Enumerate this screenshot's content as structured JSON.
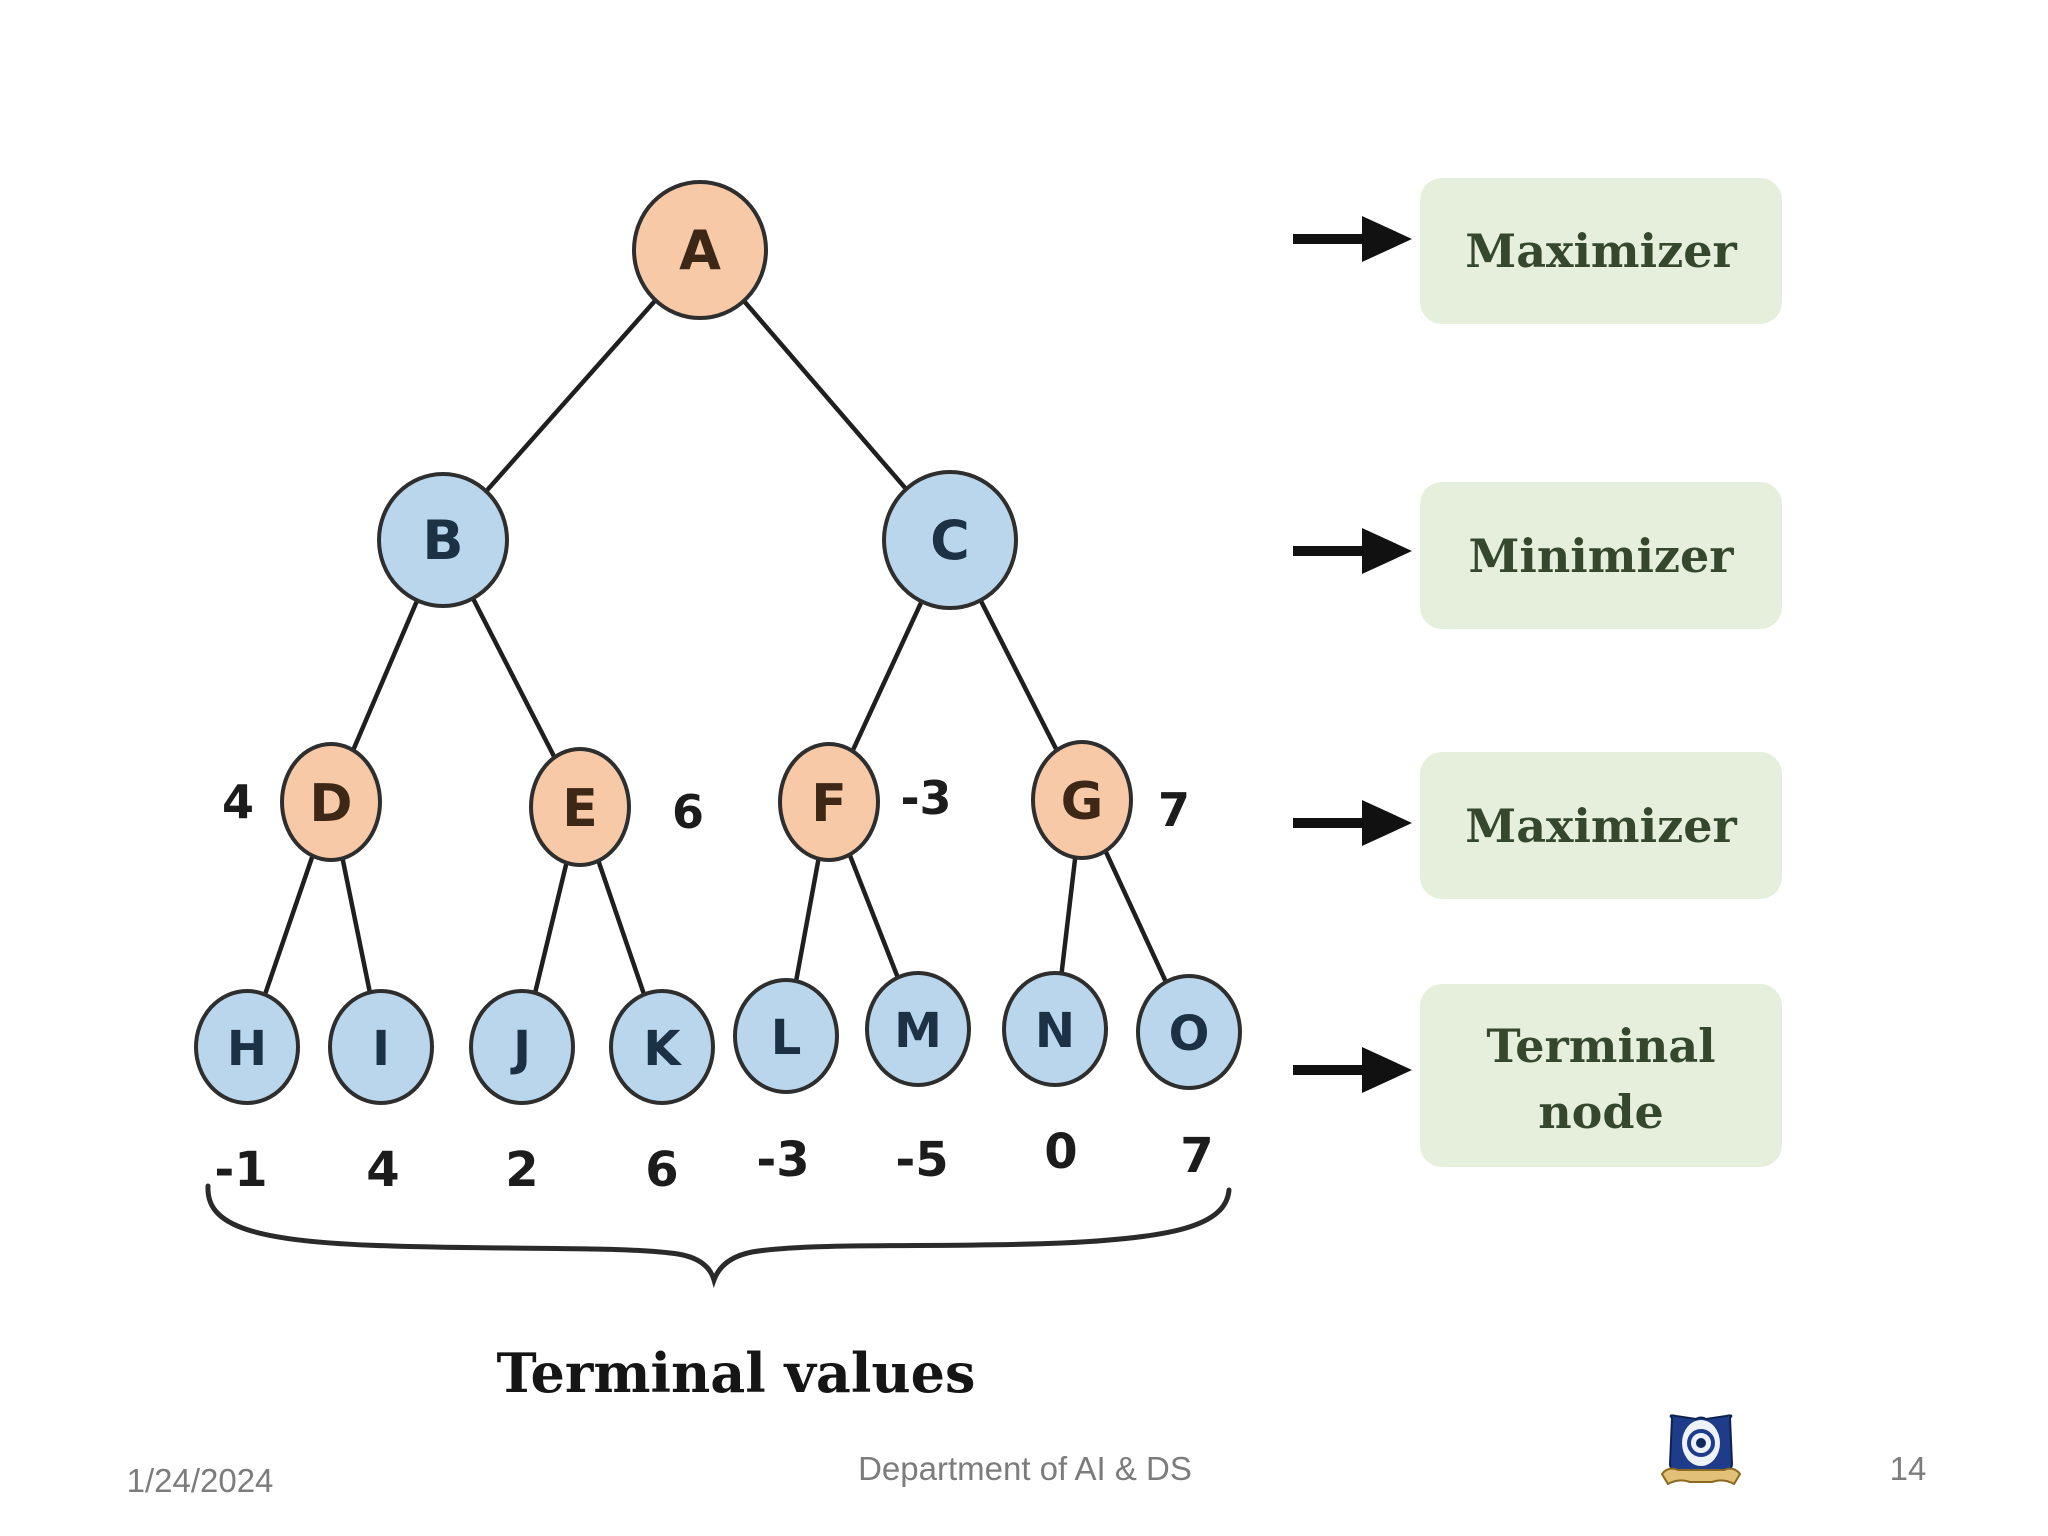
{
  "tree": {
    "node_labels": {
      "A": "A",
      "B": "B",
      "C": "C",
      "D": "D",
      "E": "E",
      "F": "F",
      "G": "G",
      "H": "H",
      "I": "I",
      "J": "J",
      "K": "K",
      "L": "L",
      "M": "M",
      "N": "N",
      "O": "O"
    },
    "branch_values": {
      "D": "4",
      "E": "6",
      "F": "-3",
      "G": "7"
    },
    "terminal_values": {
      "H": "-1",
      "I": "4",
      "J": "2",
      "K": "6",
      "L": "-3",
      "M": "-5",
      "N": "0",
      "O": "7"
    },
    "brace_label": "Terminal values"
  },
  "legend": {
    "items": [
      {
        "label": "Maximizer"
      },
      {
        "label": "Minimizer"
      },
      {
        "label": "Maximizer"
      },
      {
        "label": "Terminal node",
        "line1": "Terminal",
        "line2": "node"
      }
    ]
  },
  "footer": {
    "date": "1/24/2024",
    "department": "Department of AI & DS",
    "page_number": "14"
  },
  "colors": {
    "maximizer_node": "#f7c9a7",
    "minimizer_node": "#b9d6ec",
    "legend_box": "#e5efdc",
    "legend_text": "#35482e",
    "edge": "#1f1f1f",
    "footer_text": "#7c7c7c"
  }
}
